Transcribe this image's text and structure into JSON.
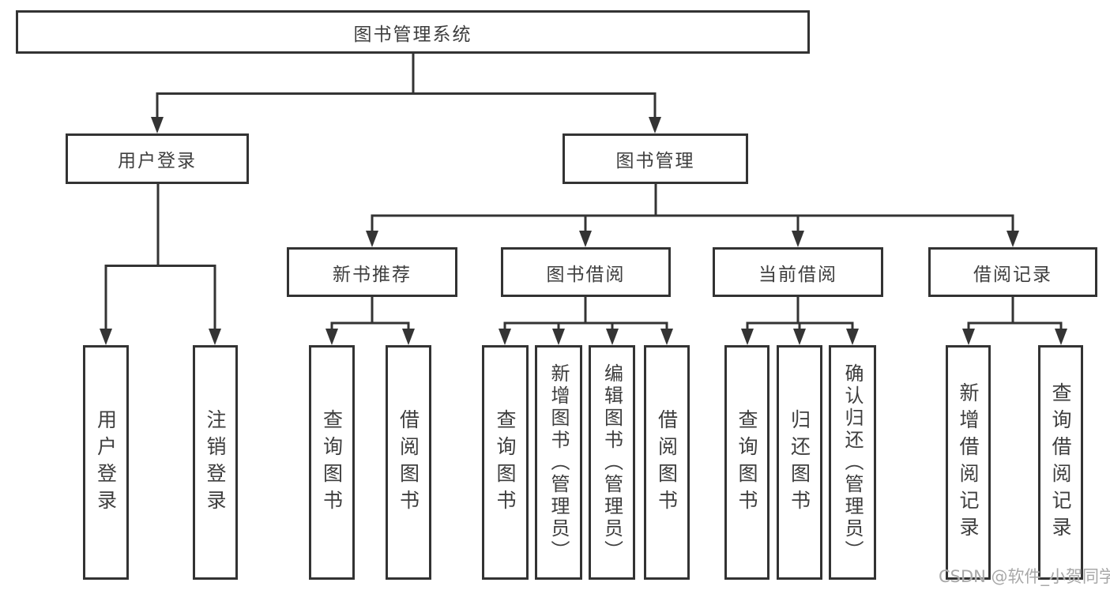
{
  "diagram": {
    "root": "图书管理系统",
    "branches": [
      {
        "label": "用户登录",
        "children": [
          "用户登录",
          "注销登录"
        ]
      },
      {
        "label": "图书管理",
        "children": [
          {
            "label": "新书推荐",
            "children": [
              "查询图书",
              "借阅图书"
            ]
          },
          {
            "label": "图书借阅",
            "children": [
              "查询图书",
              "新增图书（管理员）",
              "编辑图书（管理员）",
              "借阅图书"
            ]
          },
          {
            "label": "当前借阅",
            "children": [
              "查询图书",
              "归还图书",
              "确认归还（管理员）"
            ]
          },
          {
            "label": "借阅记录",
            "children": [
              "新增借阅记录",
              "查询借阅记录"
            ]
          }
        ]
      }
    ]
  },
  "colors": {
    "line": "#343434",
    "text": "#3e3e3e",
    "watermark": "#a8a8a8"
  },
  "watermark": "CSDN @软件_小贺同学"
}
